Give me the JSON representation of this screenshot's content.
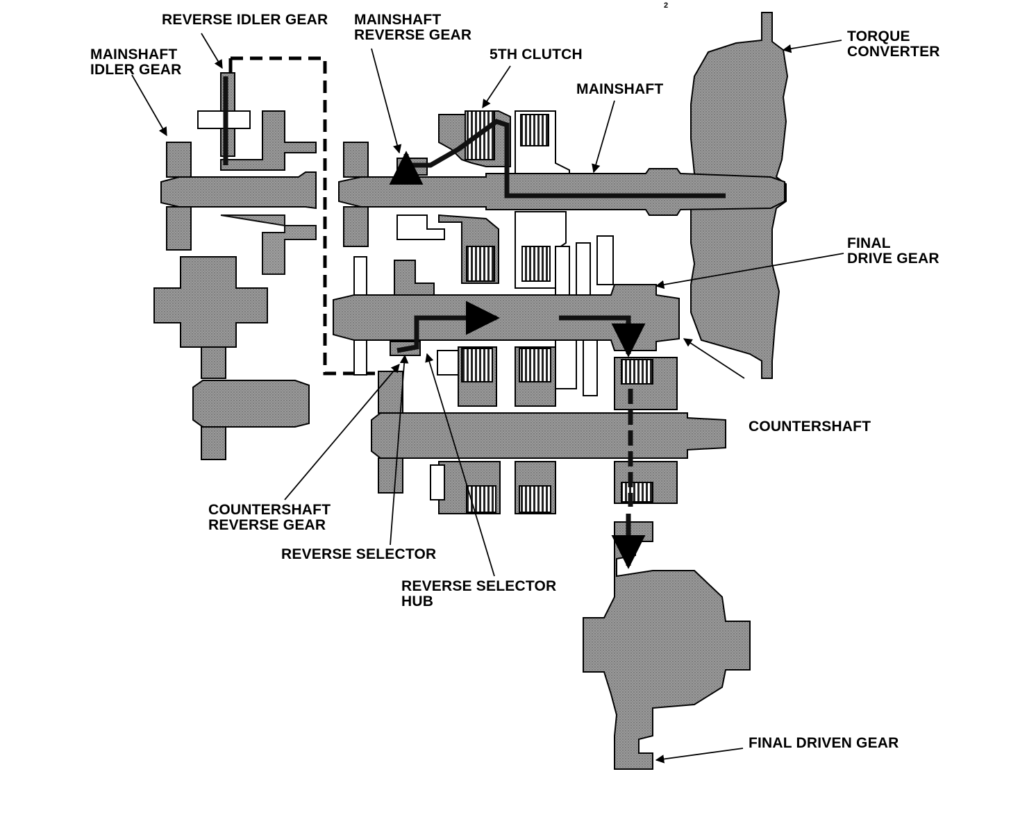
{
  "labels": {
    "reverse_idler_gear": "REVERSE IDLER GEAR",
    "mainshaft_idler_gear": [
      "MAINSHAFT",
      "IDLER GEAR"
    ],
    "mainshaft_reverse_gear": [
      "MAINSHAFT",
      "REVERSE GEAR"
    ],
    "fifth_clutch": "5TH CLUTCH",
    "mainshaft": "MAINSHAFT",
    "torque_converter": [
      "TORQUE",
      "CONVERTER"
    ],
    "final_drive_gear": [
      "FINAL",
      "DRIVE GEAR"
    ],
    "countershaft": "COUNTERSHAFT",
    "countershaft_reverse_gear": [
      "COUNTERSHAFT",
      "REVERSE GEAR"
    ],
    "reverse_selector": "REVERSE SELECTOR",
    "reverse_selector_hub": [
      "REVERSE SELECTOR",
      "HUB"
    ],
    "final_driven_gear": "FINAL DRIVEN GEAR"
  },
  "page_mark": "2",
  "colors": {
    "part_fill": "#8e8e8e",
    "part_stroke": "#000000",
    "light_part": "#ffffff",
    "power_flow": "#111111"
  }
}
